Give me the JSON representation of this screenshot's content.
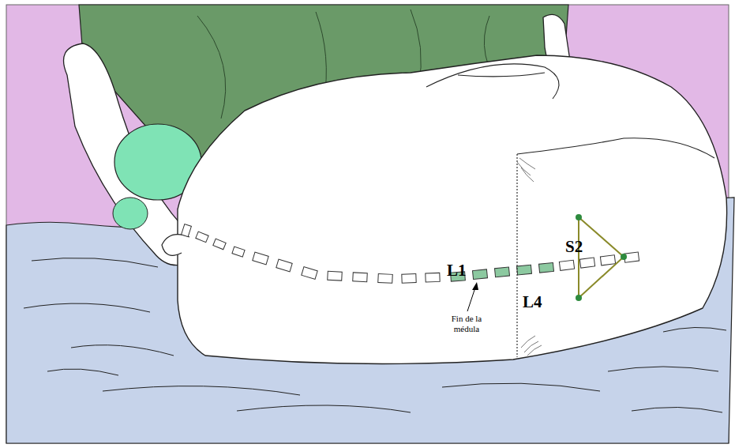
{
  "diagram": {
    "labels": [
      "L1",
      "S2",
      "L4",
      "Fin de la médula"
    ]
  }
}
